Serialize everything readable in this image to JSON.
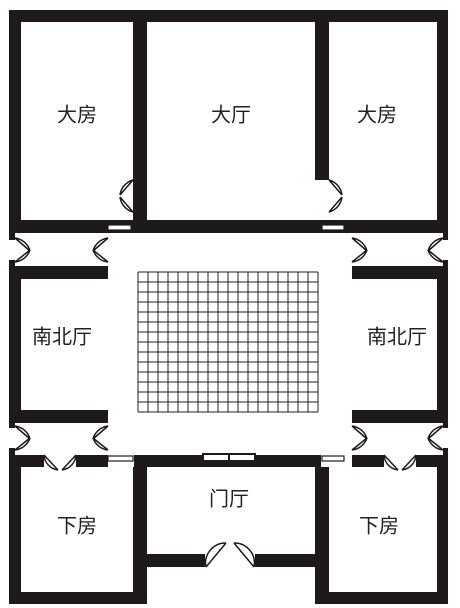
{
  "plan": {
    "wall_color": "#1e1a1a",
    "background": "#ffffff",
    "courtyard_grid": {
      "columns": 18,
      "rows": 14,
      "line_color": "#222222"
    },
    "rooms": {
      "main_room_left": "大房",
      "main_hall": "大厅",
      "main_room_right": "大房",
      "side_hall_left": "南北厅",
      "side_hall_right": "南北厅",
      "lower_room_left": "下房",
      "gate_hall": "门厅",
      "lower_room_right": "下房"
    }
  }
}
